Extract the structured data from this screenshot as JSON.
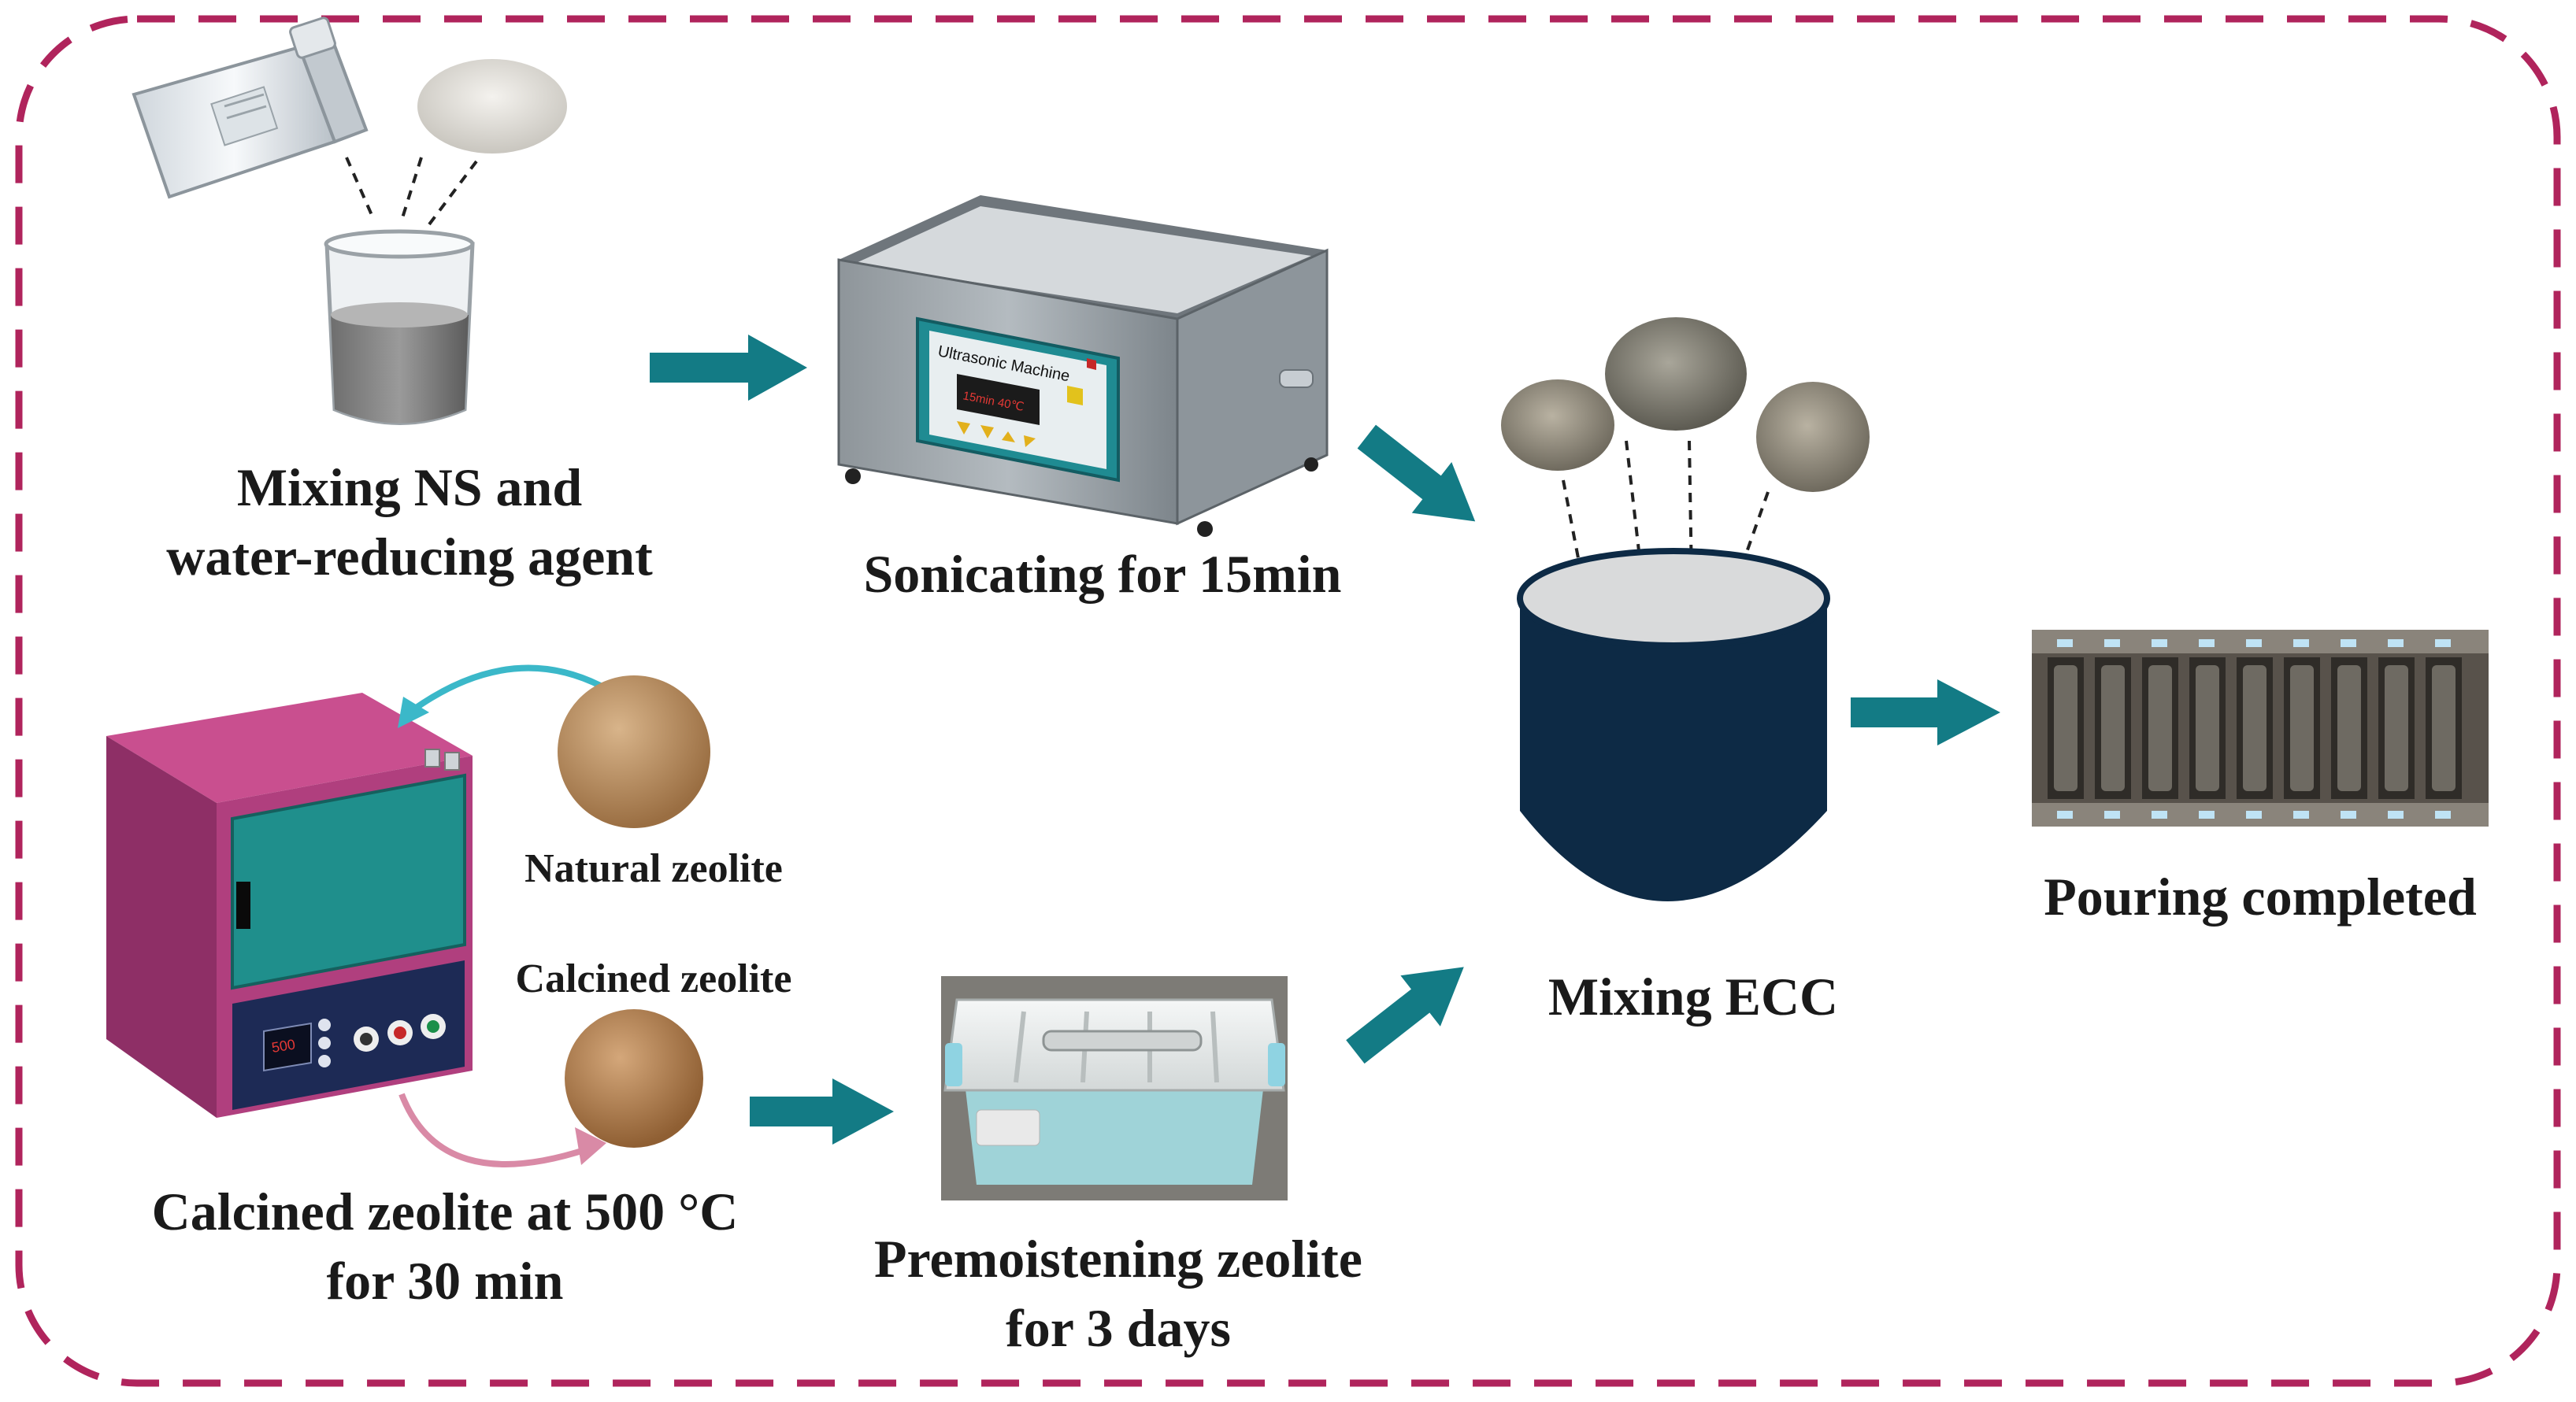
{
  "labels": {
    "mixing_ns": [
      "Mixing NS and",
      "water-reducing agent"
    ],
    "sonicating": "Sonicating for 15min",
    "mixing_ecc": "Mixing ECC",
    "pouring": "Pouring completed",
    "natural_zeolite": "Natural zeolite",
    "calcined_zeolite": "Calcined zeolite",
    "calcined_500": [
      "Calcined zeolite at 500 °C",
      "for 30 min"
    ],
    "premoistening": [
      "Premoistening zeolite",
      "for 3 days"
    ]
  },
  "sonicator_panel": {
    "title": "Ultrasonic Machine",
    "display": "15min 40℃"
  },
  "furnace_display": "500",
  "colors": {
    "border_dash": "#b0245c",
    "arrow": "#137b85",
    "mixer_body": "#0d2a45",
    "furnace_magenta": "#b03f7e",
    "furnace_door": "#1f8f8c",
    "furnace_panel": "#1d2a55"
  }
}
